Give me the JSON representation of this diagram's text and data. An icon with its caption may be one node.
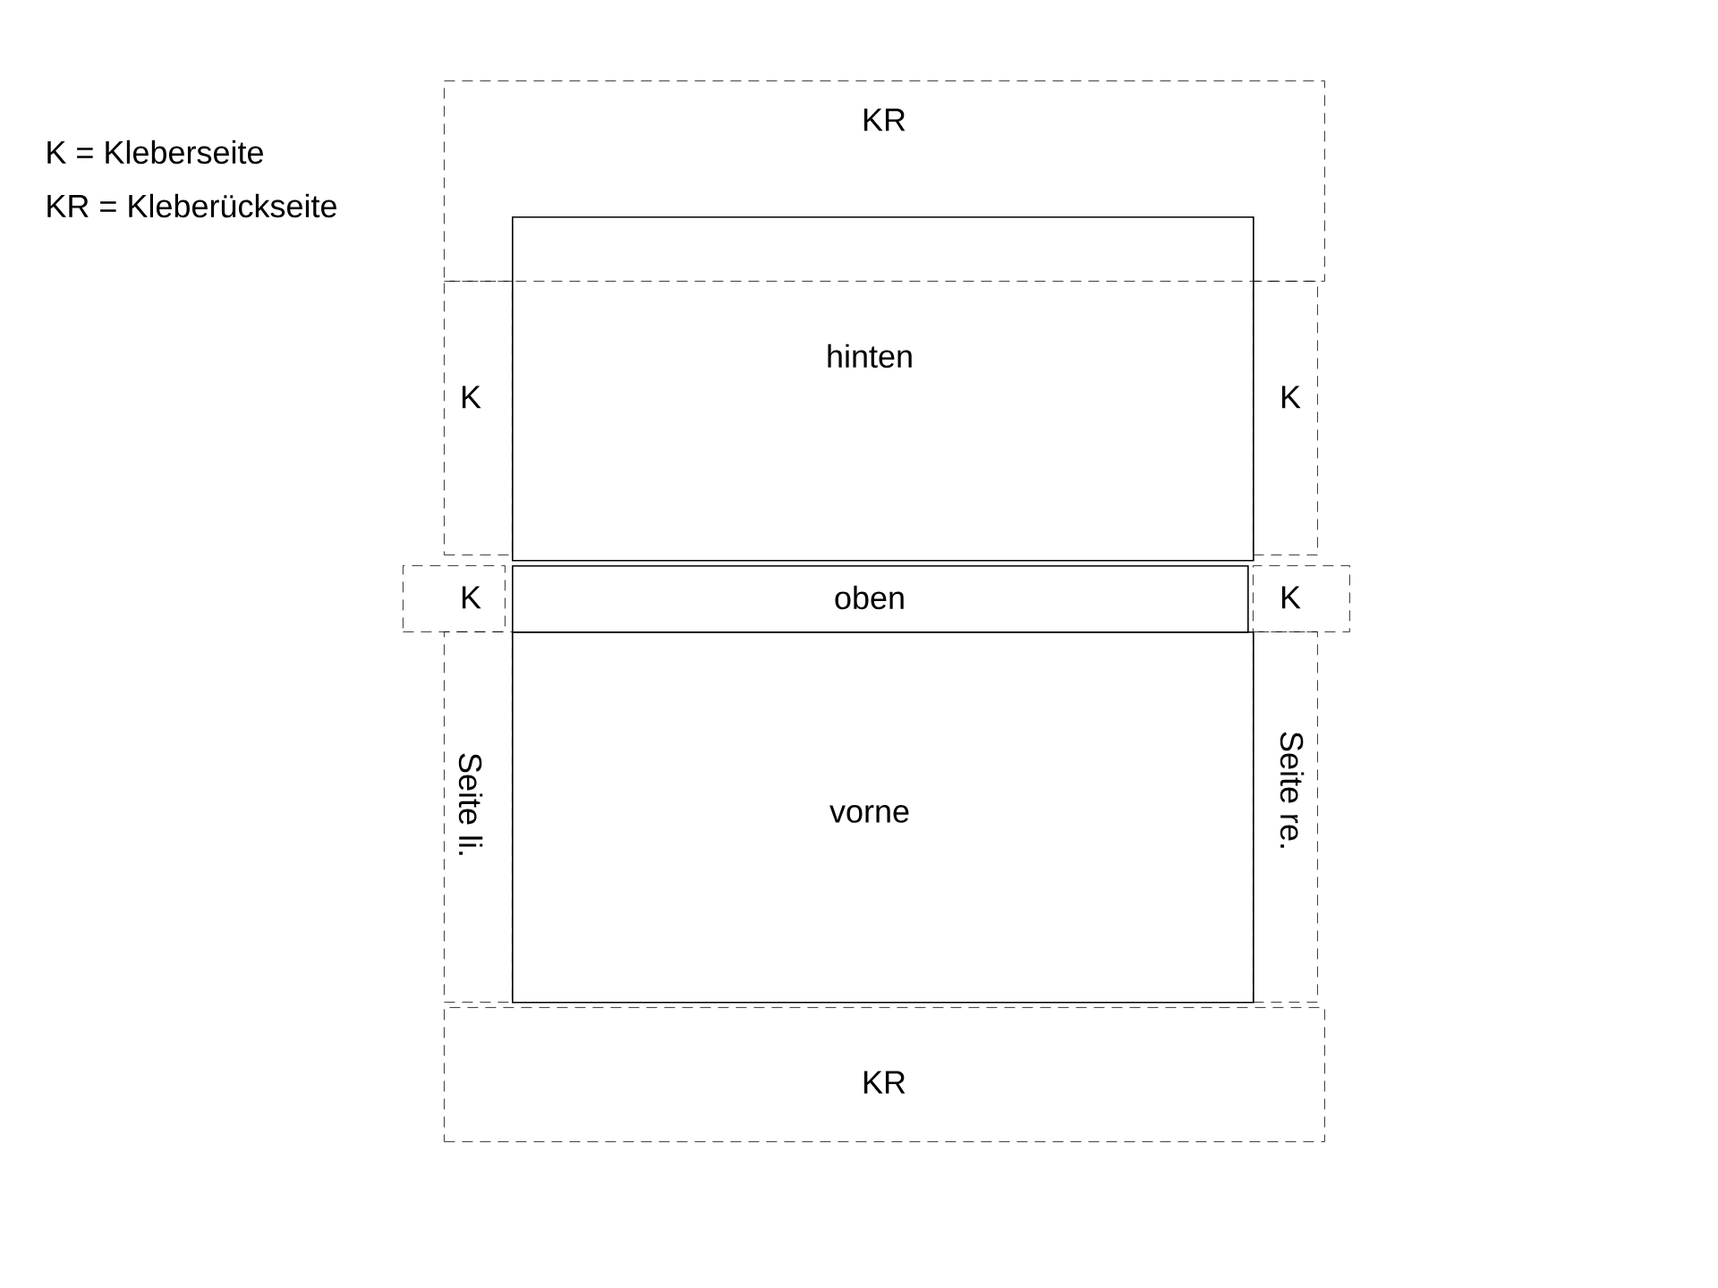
{
  "diagram": {
    "nodes": [
      {
        "text": [
          "KR"
        ]
      },
      {
        "text": [
          "hinten"
        ]
      },
      {
        "text": [
          "K"
        ]
      },
      {
        "text": [
          "K"
        ]
      },
      {
        "text": [
          "K"
        ]
      },
      {
        "text": [
          "oben"
        ]
      },
      {
        "text": [
          "K"
        ]
      },
      {
        "text": [
          "Seite li."
        ]
      },
      {
        "text": [
          "vorne"
        ]
      },
      {
        "text": [
          "Seite re."
        ]
      },
      {
        "text": [
          "KR"
        ]
      }
    ],
    "labels": [
      "K = Kleberseite",
      "KR = Kleberückseite"
    ]
  }
}
